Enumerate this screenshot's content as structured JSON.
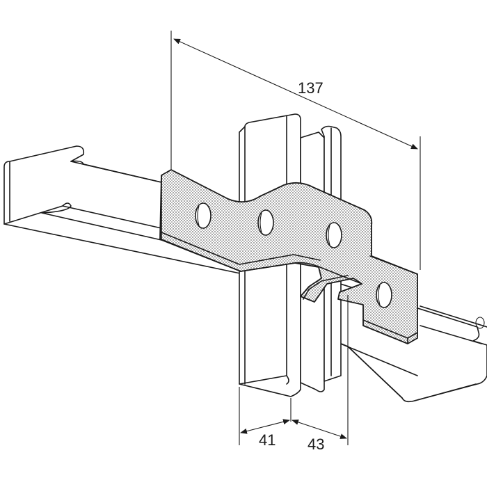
{
  "dimensions": {
    "length": "137",
    "left_width": "41",
    "right_width": "43"
  }
}
